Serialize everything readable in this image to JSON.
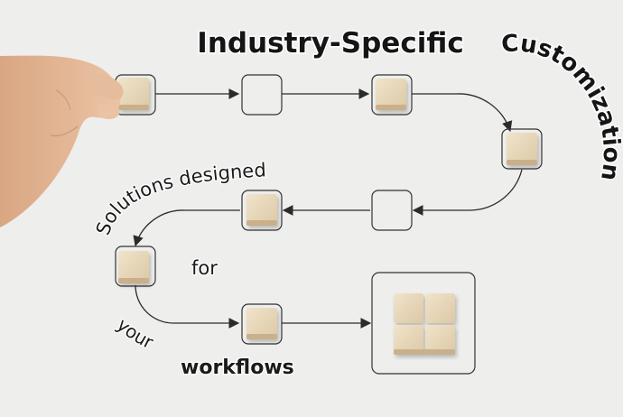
{
  "diagram": {
    "title": "Industry-Specific",
    "arc_title": "Customization",
    "caption": {
      "line1": "Solutions  designed",
      "for": "for",
      "your": "your",
      "workflows": "workflows"
    }
  },
  "colors": {
    "background": "#eeeeed",
    "line": "#2b2b2b",
    "block": "#e8d9bd",
    "box_border": "#333333",
    "skin": "#e2b694"
  }
}
